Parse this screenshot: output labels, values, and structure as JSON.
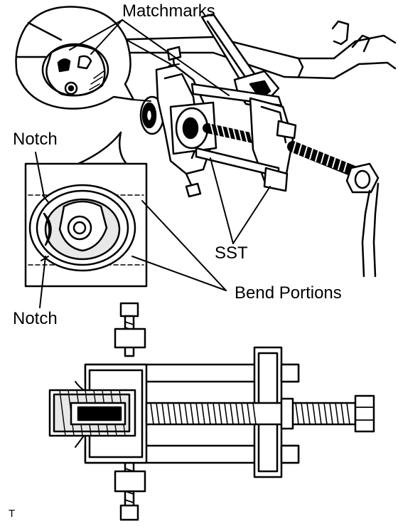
{
  "labels": {
    "matchmarks": "Matchmarks",
    "notch_top": "Notch",
    "notch_bottom": "Notch",
    "sst": "SST",
    "bend_portions": "Bend Portions",
    "corner_mark": "T"
  },
  "colors": {
    "ink": "#000000",
    "paper": "#ffffff",
    "shade": "#e8e8e8"
  }
}
